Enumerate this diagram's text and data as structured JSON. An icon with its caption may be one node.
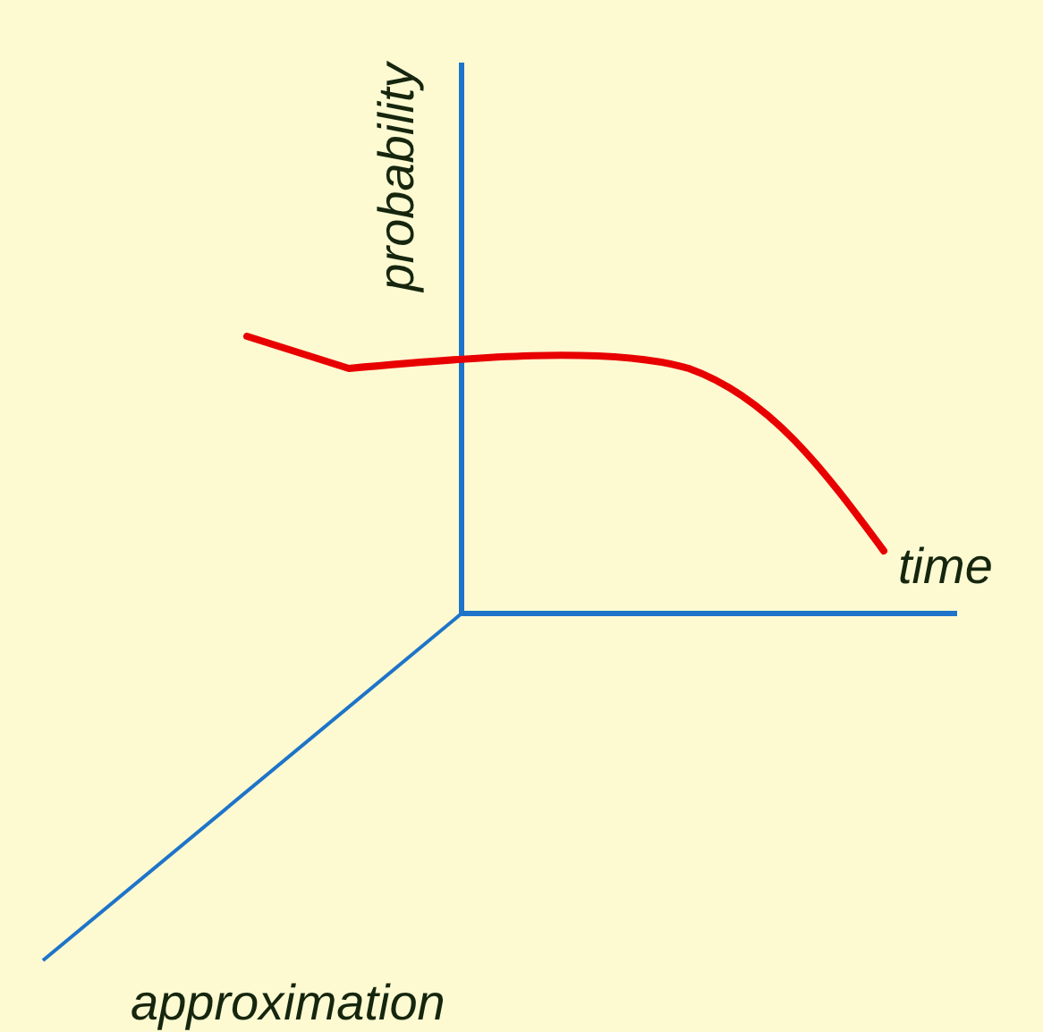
{
  "diagram": {
    "labels": [
      "probability",
      "time",
      "approximation"
    ]
  }
}
